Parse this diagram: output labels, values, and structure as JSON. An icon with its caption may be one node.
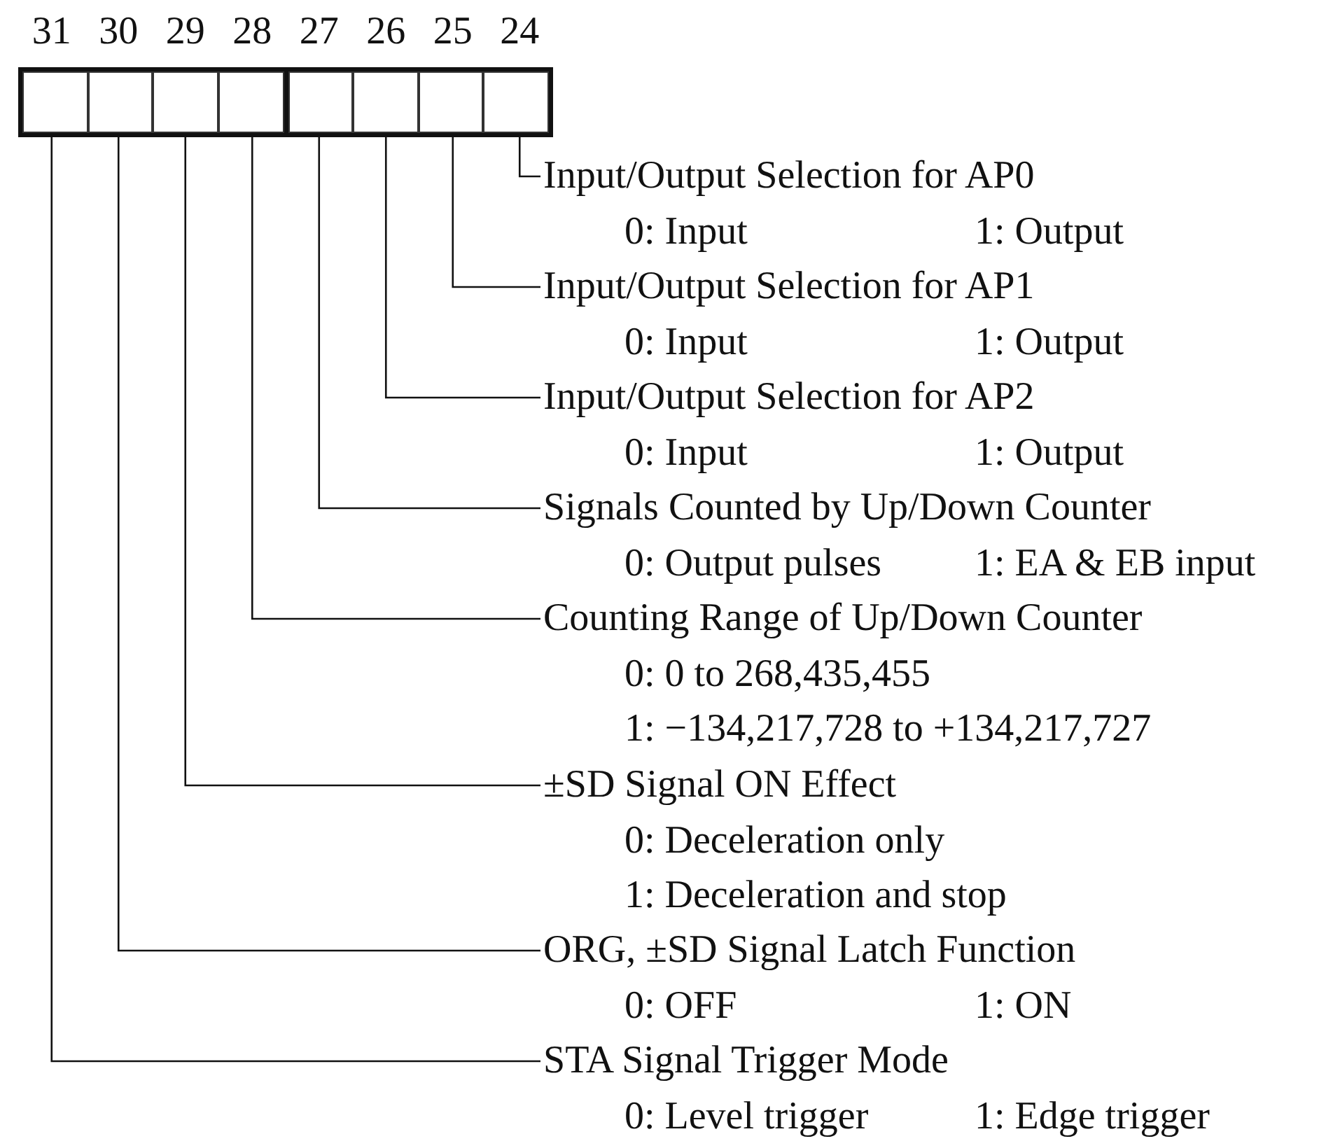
{
  "diagram": {
    "nodes": [
      {
        "text": [],
        "shape": "box"
      },
      {
        "text": [],
        "shape": "box"
      },
      {
        "text": [],
        "shape": "box"
      },
      {
        "text": [],
        "shape": "box"
      },
      {
        "text": [],
        "shape": "box"
      },
      {
        "text": [],
        "shape": "box"
      },
      {
        "text": [],
        "shape": "box"
      },
      {
        "text": [],
        "shape": "box"
      },
      {
        "text": [
          "Input/Output Selection for AP0",
          "0: Input",
          "1: Output"
        ]
      },
      {
        "text": [
          "Input/Output Selection for AP1",
          "0: Input",
          "1: Output"
        ]
      },
      {
        "text": [
          "Input/Output Selection for AP2",
          "0: Input",
          "1: Output"
        ]
      },
      {
        "text": [
          "Signals Counted by Up/Down Counter",
          "0: Output pulses",
          "1: EA & EB input"
        ]
      },
      {
        "text": [
          "Counting Range of Up/Down Counter",
          "0: 0 to 268,435,455",
          "1: −134,217,728 to +134,217,727"
        ]
      },
      {
        "text": [
          "±SD Signal ON Effect",
          "0: Deceleration only",
          "1: Deceleration and stop"
        ]
      },
      {
        "text": [
          "ORG, ±SD Signal Latch Function",
          "0: OFF",
          "1: ON"
        ]
      },
      {
        "text": [
          "STA Signal Trigger Mode",
          "0: Level trigger",
          "1: Edge trigger"
        ]
      }
    ],
    "edges": [
      {
        "from": 8,
        "to": 7,
        "arrow": "none"
      },
      {
        "from": 9,
        "to": 6,
        "arrow": "none"
      },
      {
        "from": 10,
        "to": 5,
        "arrow": "none"
      },
      {
        "from": 11,
        "to": 4,
        "arrow": "none"
      },
      {
        "from": 12,
        "to": 3,
        "arrow": "none"
      },
      {
        "from": 13,
        "to": 2,
        "arrow": "none"
      },
      {
        "from": 14,
        "to": 1,
        "arrow": "none"
      },
      {
        "from": 15,
        "to": 0,
        "arrow": "none"
      }
    ],
    "labels": [
      "31",
      "30",
      "29",
      "28",
      "27",
      "26",
      "25",
      "24"
    ]
  }
}
